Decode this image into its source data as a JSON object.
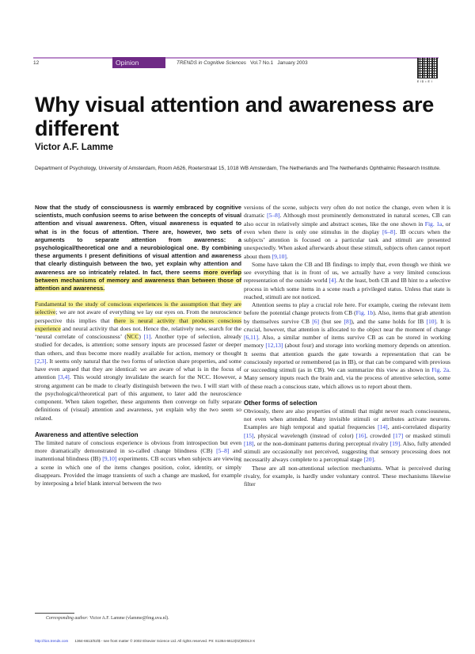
{
  "header": {
    "page_number": "12",
    "section": "Opinion",
    "journal_italic": "TRENDS in Cognitive Sciences",
    "journal_volume": "Vol.7 No.1",
    "journal_date": "January 2003",
    "qr_caption": "E  ID  •  E I"
  },
  "colors": {
    "section_tag_bg": "#6f2a86",
    "header_rule": "#b98ac9",
    "highlight": "#fbf59a",
    "link": "#2a3fd9"
  },
  "article": {
    "title": "Why visual attention and awareness are different",
    "author": "Victor A.F. Lamme",
    "affiliation": "Department of Psychology, University of Amsterdam, Room A626, Roeterstraat 15, 1018 WB Amsterdam, The Netherlands and The Netherlands Ophthalmic Research Institute."
  },
  "abstract": {
    "text": "Now that the study of consciousness is warmly embraced by cognitive scientists, much confusion seems to arise between the concepts of visual attention and visual awareness. Often, visual awareness is equated to what is in the focus of attention. There are, however, two sets of arguments to separate attention from awareness: a psychological/theoretical one and a neurobiological one. By combining these arguments I present definitions of visual attention and awareness that clearly distinguish between the two, yet explain why attention and awareness are so intricately related. In fact, there seems ",
    "highlighted": "more overlap between mechanisms of memory and awareness than between those of attention and awareness."
  },
  "intro": {
    "hl1": "Fundamental to the study of conscious experiences is the assumption that they are selective",
    "t1": "; we are not aware of everything we lay our eyes on. From the neuroscience perspective this implies that ",
    "hl2": "there is neural activity that produces conscious experience",
    "t2": " and neural activity that does not. Hence the, relatively new, search for the ‘neural correlate of consciousness’ (",
    "hl3": "NCC",
    "t3": ") ",
    "r1": "[1]",
    "t4": ". Another type of selection, already studied for decades, is attention; some sensory inputs are processed faster or deeper than others, and thus become more readily available for action, memory or thought ",
    "r2": "[2,3]",
    "t5": ". It seems only natural that the two forms of selection share properties, and some have even argued that they are identical: we are aware of what is in the focus of attention ",
    "r3": "[3,4]",
    "t6": ". This would strongly invalidate the search for the NCC. However, a strong argument can be made to clearly distinguish between the two. I will start with the psychological/theoretical part of this argument, to later add the neuroscience component. When taken together, these arguments then converge on fully separate definitions of (visual) attention and awareness, yet explain why the two seem so related."
  },
  "section1": {
    "heading": "Awareness and attentive selection",
    "t1": "The limited nature of conscious experience is obvious from introspection but even more dramatically demonstrated in so-called change blindness (CB) ",
    "r1": "[5–8]",
    "t2": " and inattentional blindness (IB) ",
    "r2": "[9,10]",
    "t3": " experiments. CB occurs when subjects are viewing a scene in which one of the items changes position, color, identity, or simply disappears. Provided the image transients of such a change are masked, for example by interposing a brief blank interval between the two"
  },
  "right": {
    "p1_t1": "versions of the scene, subjects very often do not notice the change, even when it is dramatic ",
    "p1_r1": "[5–8]",
    "p1_t2": ". Although most prominently demonstrated in natural scenes, CB can also occur in relatively simple and abstract scenes, like the one shown in ",
    "p1_r2": "Fig. 1a",
    "p1_t3": ", or even when there is only one stimulus in the display ",
    "p1_r3": "[6–8]",
    "p1_t4": ". IB occurs when the subjects’ attention is focused on a particular task and stimuli are presented unexpectedly. When asked afterwards about these stimuli, subjects often cannot report about them ",
    "p1_r4": "[9,10]",
    "p1_t5": ".",
    "p2_t1": "Some have taken the CB and IB findings to imply that, even though we think we see everything that is in front of us, we actually have a very limited conscious representation of the outside world ",
    "p2_r1": "[4]",
    "p2_t2": ". At the least, both CB and IB hint to a selective process in which some items in a scene reach a privileged status. Unless that state is reached, stimuli are not noticed.",
    "p3_t1": "Attention seems to play a crucial role here. For example, cueing the relevant item before the potential change protects from CB (",
    "p3_r1": "Fig. 1b",
    "p3_t2": "). Also, items that grab attention by themselves survive CB ",
    "p3_r2": "[6]",
    "p3_t3": " (but see ",
    "p3_r3": "[8]",
    "p3_t4": "), and the same holds for IB ",
    "p3_r4": "[10]",
    "p3_t5": ". It is crucial, however, that attention is allocated to the object near the moment of change ",
    "p3_r5": "[6,11]",
    "p3_t6": ". Also, a similar number of items survive CB as can be stored in working memory ",
    "p3_r6": "[12,13]",
    "p3_t7": " (about four) and storage into working memory depends on attention. It seems that attention guards the gate towards a representation that can be consciously reported or remembered (as in IB), or that can be compared with previous or succeeding stimuli (as in CB). We can summarize this view as shown in ",
    "p3_r7": "Fig. 2a",
    "p3_t8": ". Many sensory inputs reach the brain and, via the process of attentive selection, some of these reach a conscious state, which allows us to report about them."
  },
  "section2": {
    "heading": "Other forms of selection",
    "p1_t1": "Obviously, there are also properties of stimuli that might never reach consciousness, not even when attended. Many invisible stimuli or attributes activate neurons. Examples are high temporal and spatial frequencies ",
    "p1_r1": "[14]",
    "p1_t2": ", anti-correlated disparity ",
    "p1_r2": "[15]",
    "p1_t3": ", physical wavelength (instead of color) ",
    "p1_r3": "[16]",
    "p1_t4": ", crowded ",
    "p1_r4": "[17]",
    "p1_t5": " or masked stimuli ",
    "p1_r5": "[18]",
    "p1_t6": ", or the non-dominant patterns during perceptual rivalry ",
    "p1_r6": "[19]",
    "p1_t7": ". Also, fully attended stimuli are occasionally not perceived, suggesting that sensory processing does not necessarily always complete to a perceptual stage ",
    "p1_r7": "[20]",
    "p1_t8": ".",
    "p2_t1": "These are all non-attentional selection mechanisms. What is perceived during rivalry, for example, is hardly under voluntary control. These mechanisms likewise filter"
  },
  "footnote": {
    "label": "Corresponding author:",
    "text": " Victor A.F. Lamme (vlamme@fmg.uva.nl)."
  },
  "footer": {
    "url": "http://tics.trends.com",
    "text": "1364-6613/02/$ - see front matter © 2002 Elsevier Science Ltd. All rights reserved. PII: S1364-6613(02)00013-X"
  }
}
